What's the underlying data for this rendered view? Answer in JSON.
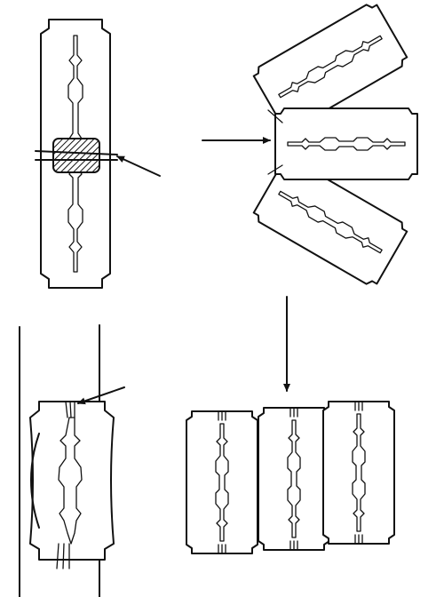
{
  "figure": {
    "ink_color": "#111111",
    "paper_color": "#ffffff",
    "panels": [
      {
        "id": "single-blade-clamped",
        "icon": "razor-blade-icon"
      },
      {
        "id": "three-blades-fanned",
        "icon": "razor-blade-icon"
      },
      {
        "id": "blade-bent-in-holder",
        "icon": "razor-blade-icon"
      },
      {
        "id": "three-blades-stacked",
        "icon": "razor-blade-icon"
      }
    ]
  }
}
